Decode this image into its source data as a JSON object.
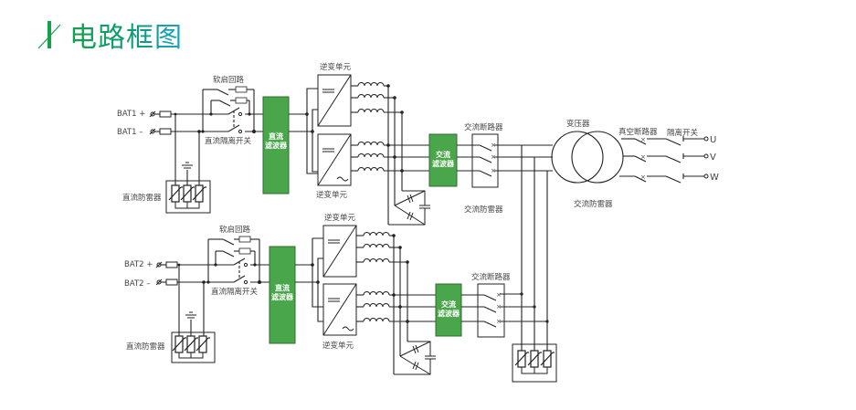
{
  "title": "电路框图",
  "colors": {
    "accent_green": "#4aa64a",
    "title_green": "#13a24a",
    "title_teal": "#1aa6c4",
    "line": "#222222",
    "label": "#444444"
  },
  "branches": [
    {
      "bat_pos": "BAT1 +",
      "bat_neg": "BAT1 –",
      "soft_start": "软启回路",
      "dc_switch": "直流隔离开关",
      "dc_surge": "直流防雷器",
      "dc_filter_line1": "直流",
      "dc_filter_line2": "滤波器",
      "inverter_top": "逆变单元",
      "inverter_bottom": "逆变单元",
      "ac_filter_line1": "交流",
      "ac_filter_line2": "滤波器",
      "ac_breaker": "交流断路器",
      "ac_surge": "交流防雷器"
    },
    {
      "bat_pos": "BAT2 +",
      "bat_neg": "BAT2 –",
      "soft_start": "软启回路",
      "dc_switch": "直流隔离开关",
      "dc_surge": "直流防雷器",
      "dc_filter_line1": "直流",
      "dc_filter_line2": "滤波器",
      "inverter_top": "逆变单元",
      "inverter_bottom": "逆变单元",
      "ac_filter_line1": "交流",
      "ac_filter_line2": "滤波器",
      "ac_breaker": "交流断路器"
    }
  ],
  "output": {
    "transformer": "变压器",
    "vacuum_breaker": "真空断路器",
    "isolating_switch": "隔离开关",
    "phases": [
      "U",
      "V",
      "W"
    ]
  }
}
